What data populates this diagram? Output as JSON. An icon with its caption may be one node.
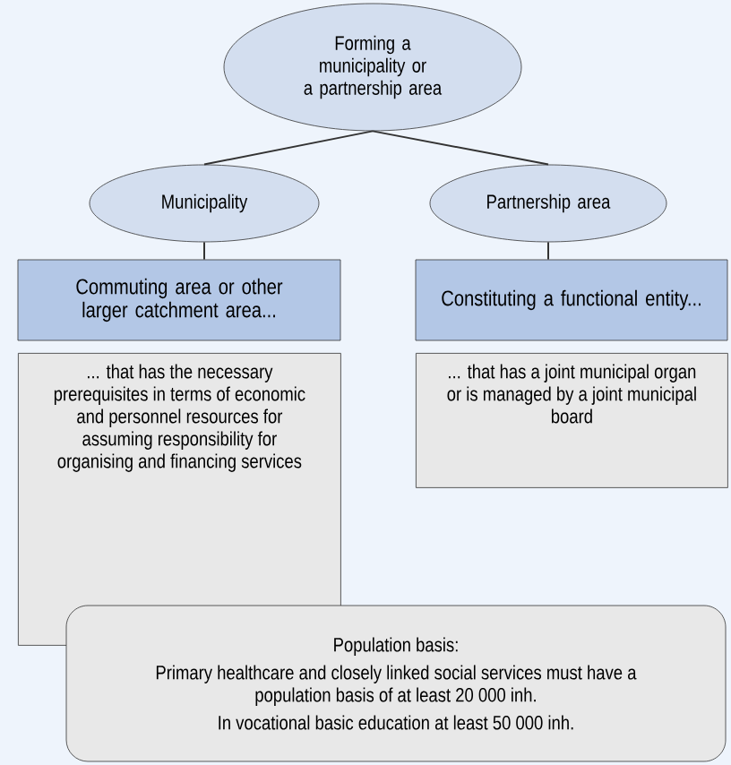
{
  "diagram": {
    "nodes": [
      {
        "text": [
          "Forming a municipality or a partnership area"
        ]
      },
      {
        "text": [
          "Municipality"
        ]
      },
      {
        "text": [
          "Partnership area"
        ]
      },
      {
        "text": [
          "Commuting area or other larger catchment area..."
        ]
      },
      {
        "text": [
          "Constituting a functional entity..."
        ]
      },
      {
        "text": [
          "... that has the necessary prerequisites in terms of economic and personnel resources for assuming responsibility for organising and financing services"
        ]
      },
      {
        "text": [
          "... that has a joint municipal organ or is managed by a joint municipal board"
        ]
      },
      {
        "text": [
          "Population basis:",
          "Primary healthcare and closely linked social services must have a population basis of at least 20 000 inh.",
          "In vocational basic education at least 50 000 inh."
        ]
      }
    ],
    "edges": [
      {
        "from": 0,
        "to": 1,
        "arrow": "none"
      },
      {
        "from": 0,
        "to": 2,
        "arrow": "none"
      },
      {
        "from": 1,
        "to": 3,
        "arrow": "none"
      },
      {
        "from": 2,
        "to": 4,
        "arrow": "none"
      }
    ]
  }
}
